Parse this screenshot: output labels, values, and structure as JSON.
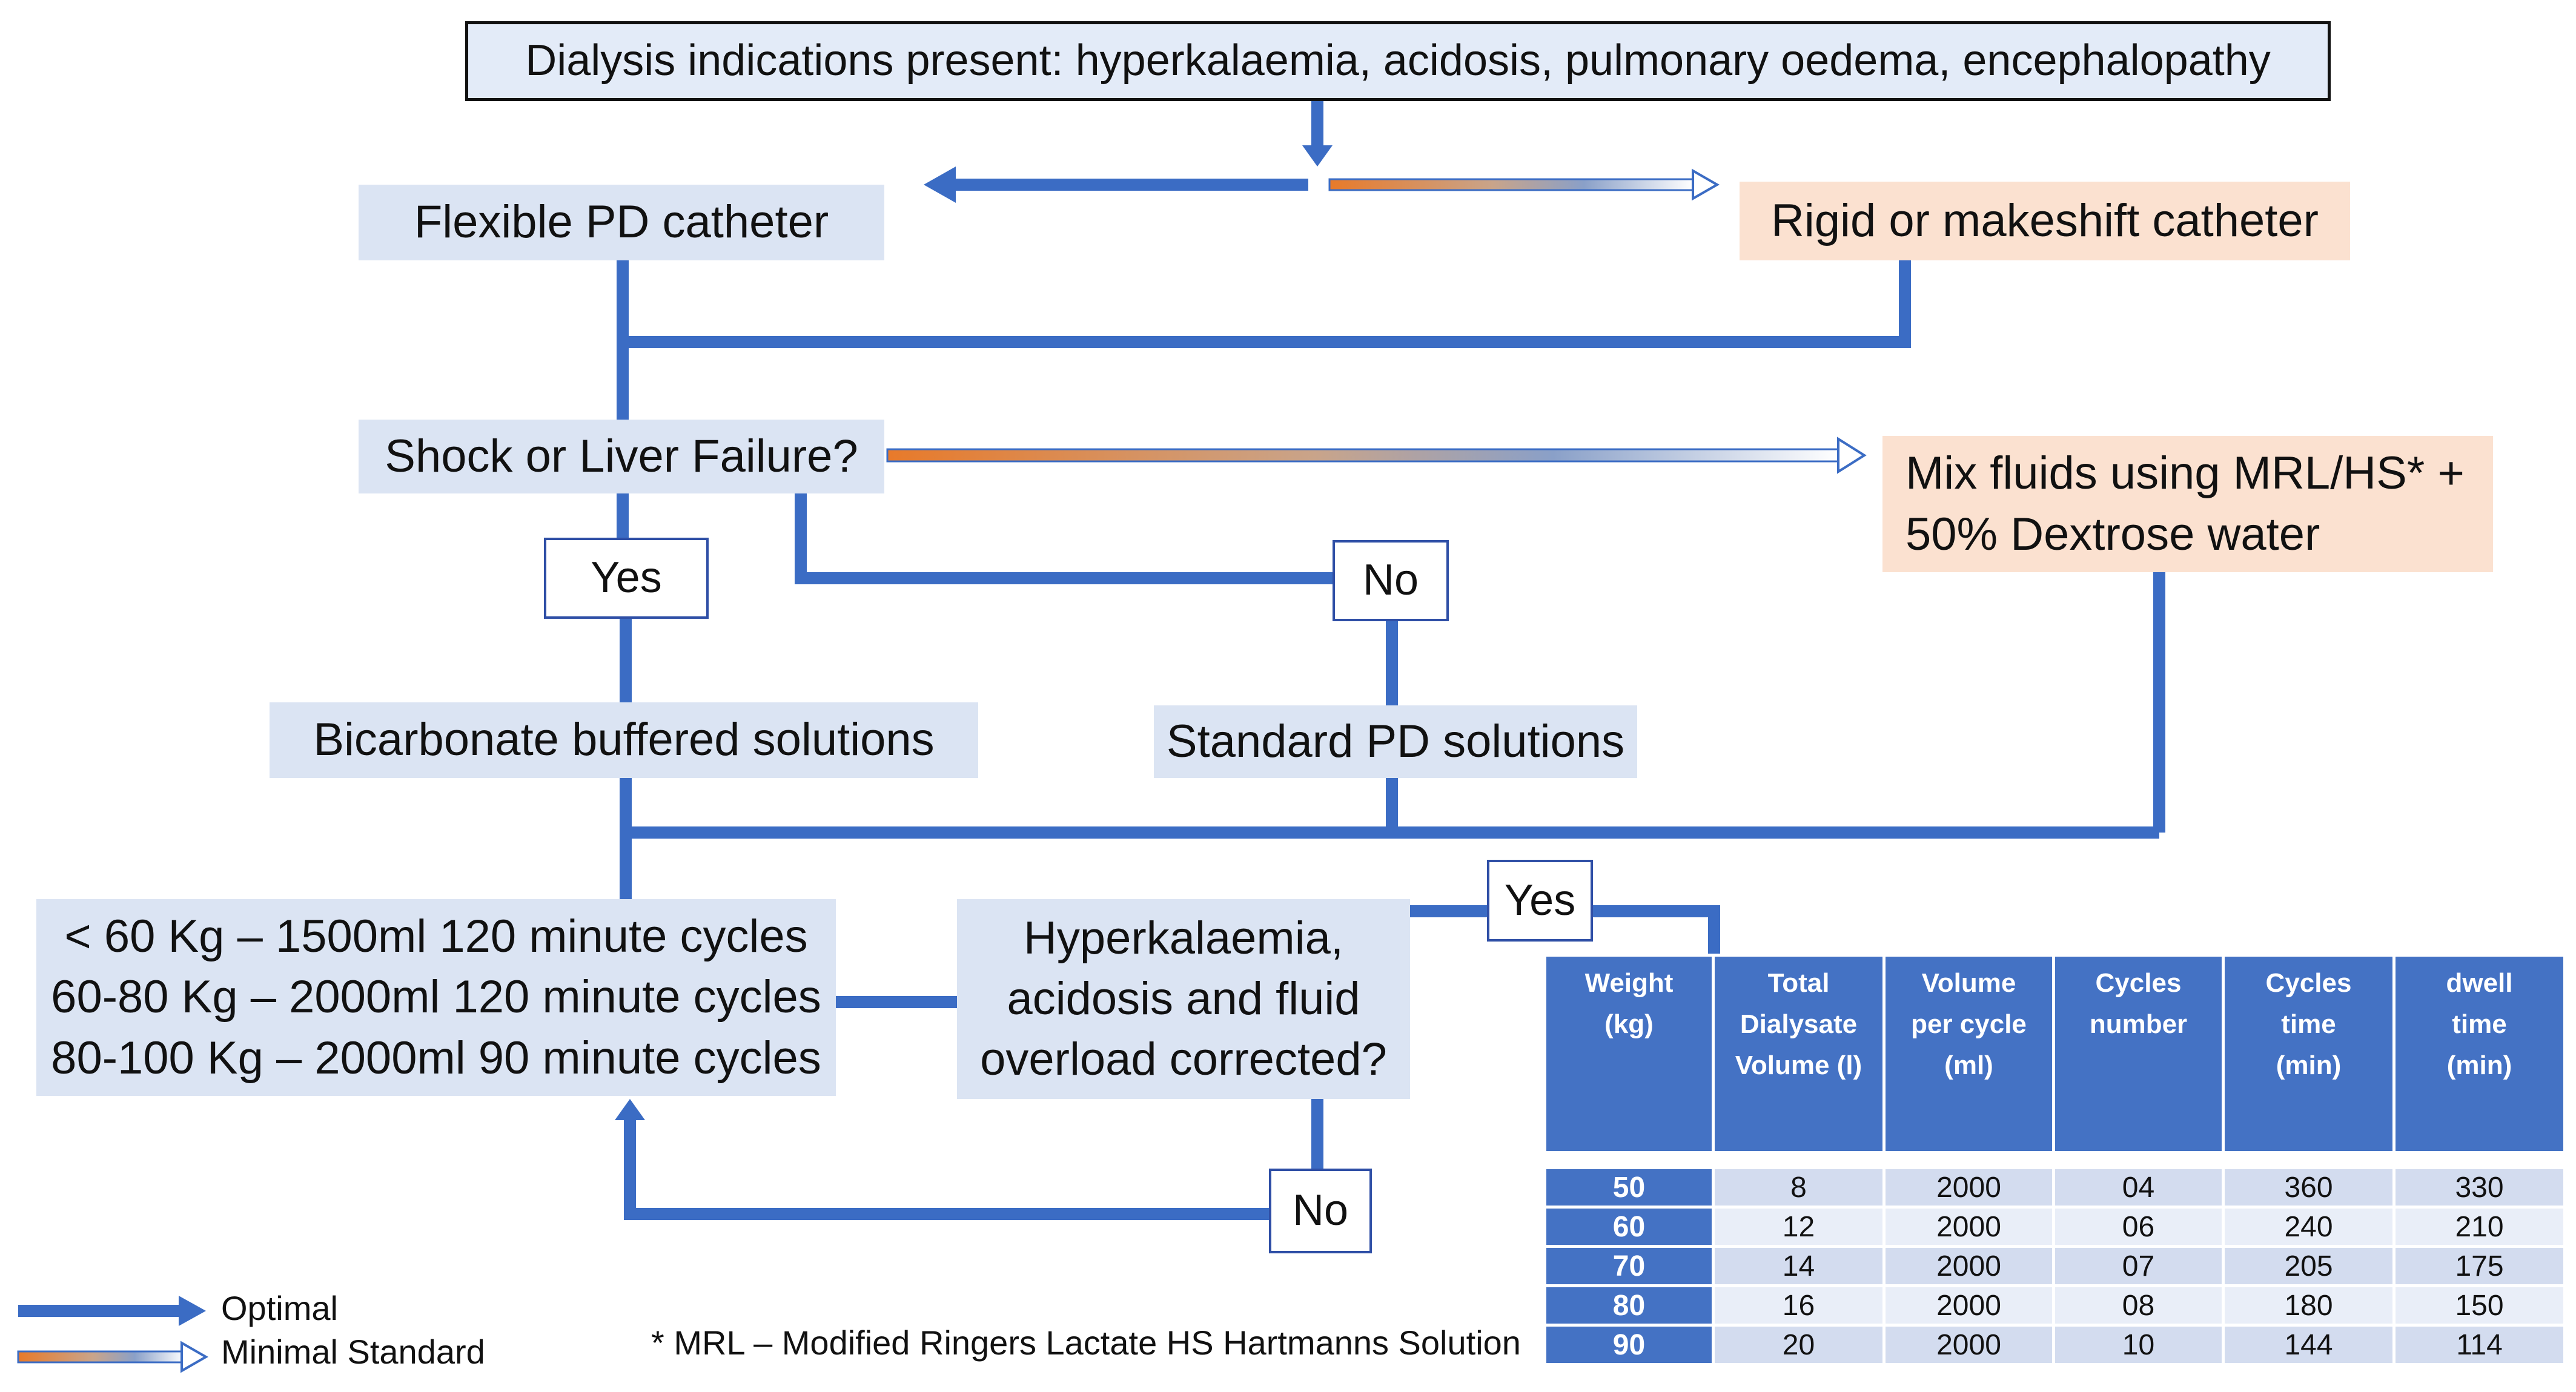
{
  "top_box": "Dialysis indications present: hyperkalaemia, acidosis, pulmonary oedema, encephalopathy",
  "flexible_catheter": "Flexible PD catheter",
  "rigid_catheter": "Rigid or makeshift catheter",
  "shock_question": "Shock or Liver Failure?",
  "mix_fluids": [
    "Mix fluids using MRL/HS* +",
    "50% Dextrose water"
  ],
  "yes_label_1": "Yes",
  "no_label_1": "No",
  "bicarbonate": "Bicarbonate buffered solutions",
  "standard_pd": "Standard PD solutions",
  "cycles": [
    "< 60 Kg – 1500ml 120 minute cycles",
    "60-80 Kg – 2000ml 120 minute cycles",
    "80-100 Kg – 2000ml 90 minute cycles"
  ],
  "corrected_question": [
    "Hyperkalaemia,",
    "acidosis and fluid",
    "overload corrected?"
  ],
  "yes_label_2": "Yes",
  "no_label_2": "No",
  "table": {
    "headers": [
      [
        "Weight",
        "(kg)"
      ],
      [
        "Total",
        "Dialysate",
        "Volume (l)"
      ],
      [
        "Volume",
        "per cycle",
        "(ml)"
      ],
      [
        "Cycles",
        "number"
      ],
      [
        "Cycles",
        "time",
        "(min)"
      ],
      [
        "dwell",
        "time",
        "(min)"
      ]
    ],
    "rows": [
      [
        "50",
        "8",
        "2000",
        "04",
        "360",
        "330"
      ],
      [
        "60",
        "12",
        "2000",
        "06",
        "240",
        "210"
      ],
      [
        "70",
        "14",
        "2000",
        "07",
        "205",
        "175"
      ],
      [
        "80",
        "16",
        "2000",
        "08",
        "180",
        "150"
      ],
      [
        "90",
        "20",
        "2000",
        "10",
        "144",
        "114"
      ]
    ]
  },
  "legend": {
    "optimal": "Optimal",
    "minimal": "Minimal Standard"
  },
  "footnote": "* MRL – Modified Ringers Lactate HS Hartmanns Solution",
  "colors": {
    "optimal_line": "#3b6cc4",
    "minimal_gradient_start": "#e87a2a",
    "minimal_gradient_end": "#ffffff",
    "table_header": "#4472c4"
  }
}
